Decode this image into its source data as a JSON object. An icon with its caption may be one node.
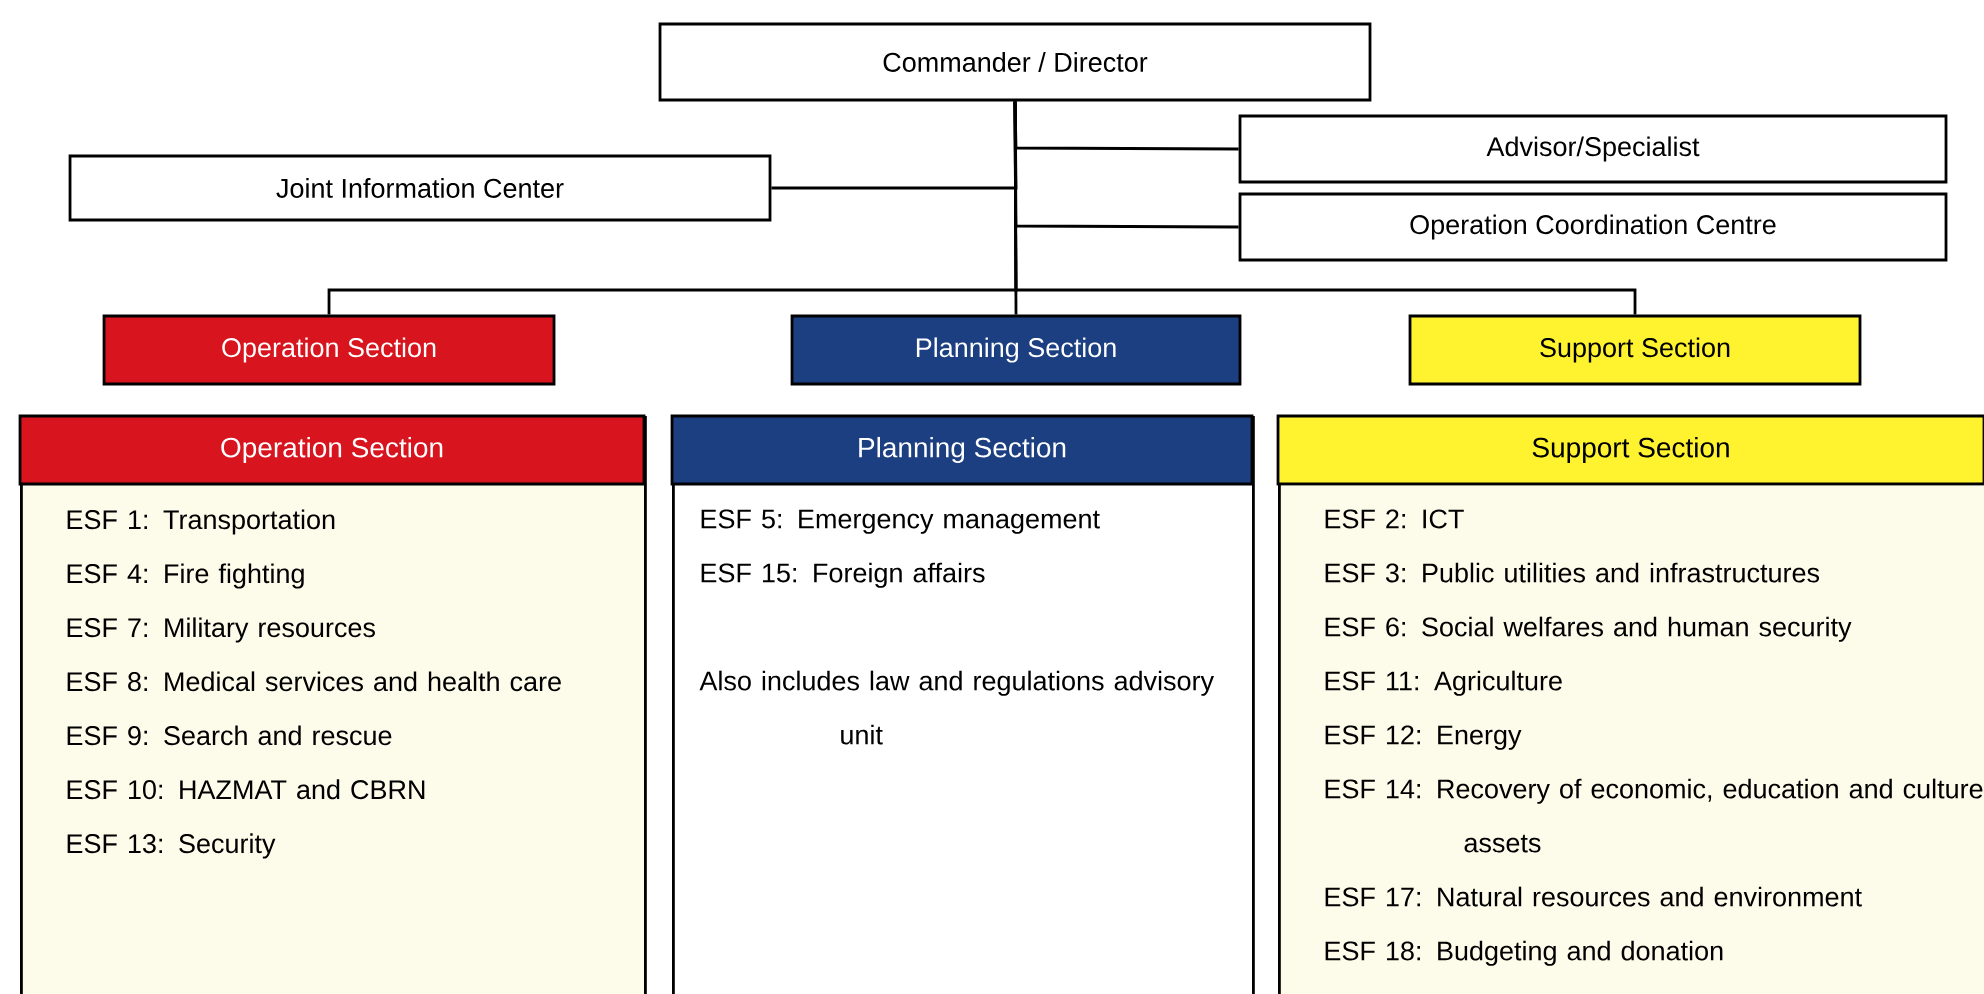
{
  "diagram": {
    "nodes": [
      {
        "text": [
          "Commander / Director"
        ]
      },
      {
        "text": [
          "Advisor/Specialist"
        ]
      },
      {
        "text": [
          "Joint Information Center"
        ]
      },
      {
        "text": [
          "Operation Coordination Centre"
        ]
      },
      {
        "text": [
          "Operation Section"
        ]
      },
      {
        "text": [
          "Planning Section"
        ]
      },
      {
        "text": [
          "Support Section"
        ]
      },
      {
        "text": [
          "Operation Section",
          "ESF 1: Transportation",
          "ESF 4: Fire fighting",
          "ESF 7: Military resources",
          "ESF 8: Medical services and health care",
          "ESF 9: Search and rescue",
          "ESF 10: HAZMAT and CBRN",
          "ESF 13: Security"
        ]
      },
      {
        "text": [
          "Planning Section",
          "ESF 5: Emergency management",
          "ESF 15: Foreign affairs",
          "Also includes law and regulations advisory unit"
        ]
      },
      {
        "text": [
          "Support Section",
          "ESF 2: ICT",
          "ESF 3: Public utilities and infrastructures",
          "ESF 6: Social welfares and human security",
          "ESF 11: Agriculture",
          "ESF 12: Energy",
          "ESF 14: Recovery of economic, education and culture assets",
          "ESF 17: Natural resources and environment",
          "ESF 18: Budgeting and donation"
        ]
      }
    ],
    "edges": [
      {
        "from": 0,
        "to": 1,
        "arrow": "none"
      },
      {
        "from": 0,
        "to": 2,
        "arrow": "none"
      },
      {
        "from": 0,
        "to": 3,
        "arrow": "none"
      },
      {
        "from": 0,
        "to": 4,
        "arrow": "none"
      },
      {
        "from": 0,
        "to": 5,
        "arrow": "none"
      },
      {
        "from": 0,
        "to": 6,
        "arrow": "none"
      }
    ]
  }
}
